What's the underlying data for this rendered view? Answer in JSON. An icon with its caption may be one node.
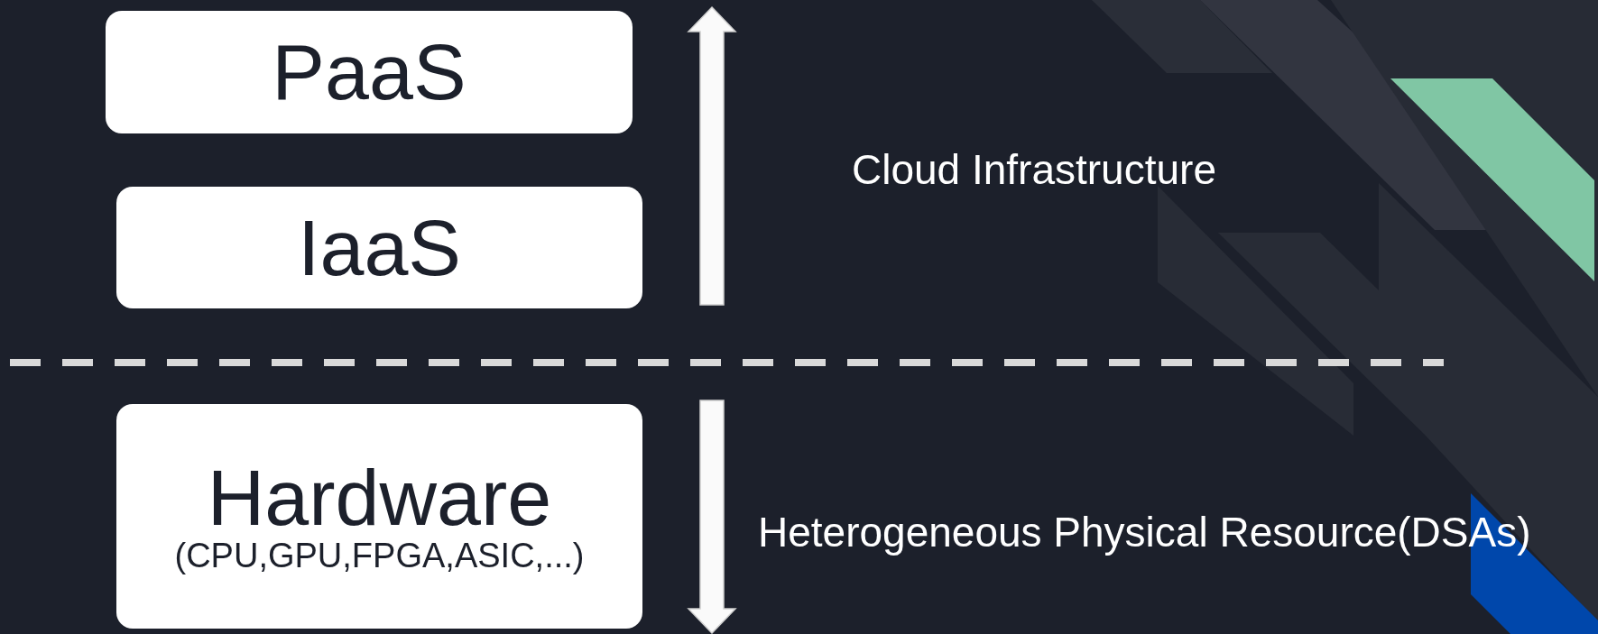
{
  "diagram": {
    "nodes": [
      {
        "text": [
          "PaaS"
        ]
      },
      {
        "text": [
          "IaaS"
        ]
      },
      {
        "text": [
          "Hardware",
          "(CPU,GPU,FPGA,ASIC,...)"
        ]
      }
    ],
    "labels": [
      "Cloud Infrastructure",
      "Heterogeneous Physical Resource(DSAs)"
    ]
  }
}
